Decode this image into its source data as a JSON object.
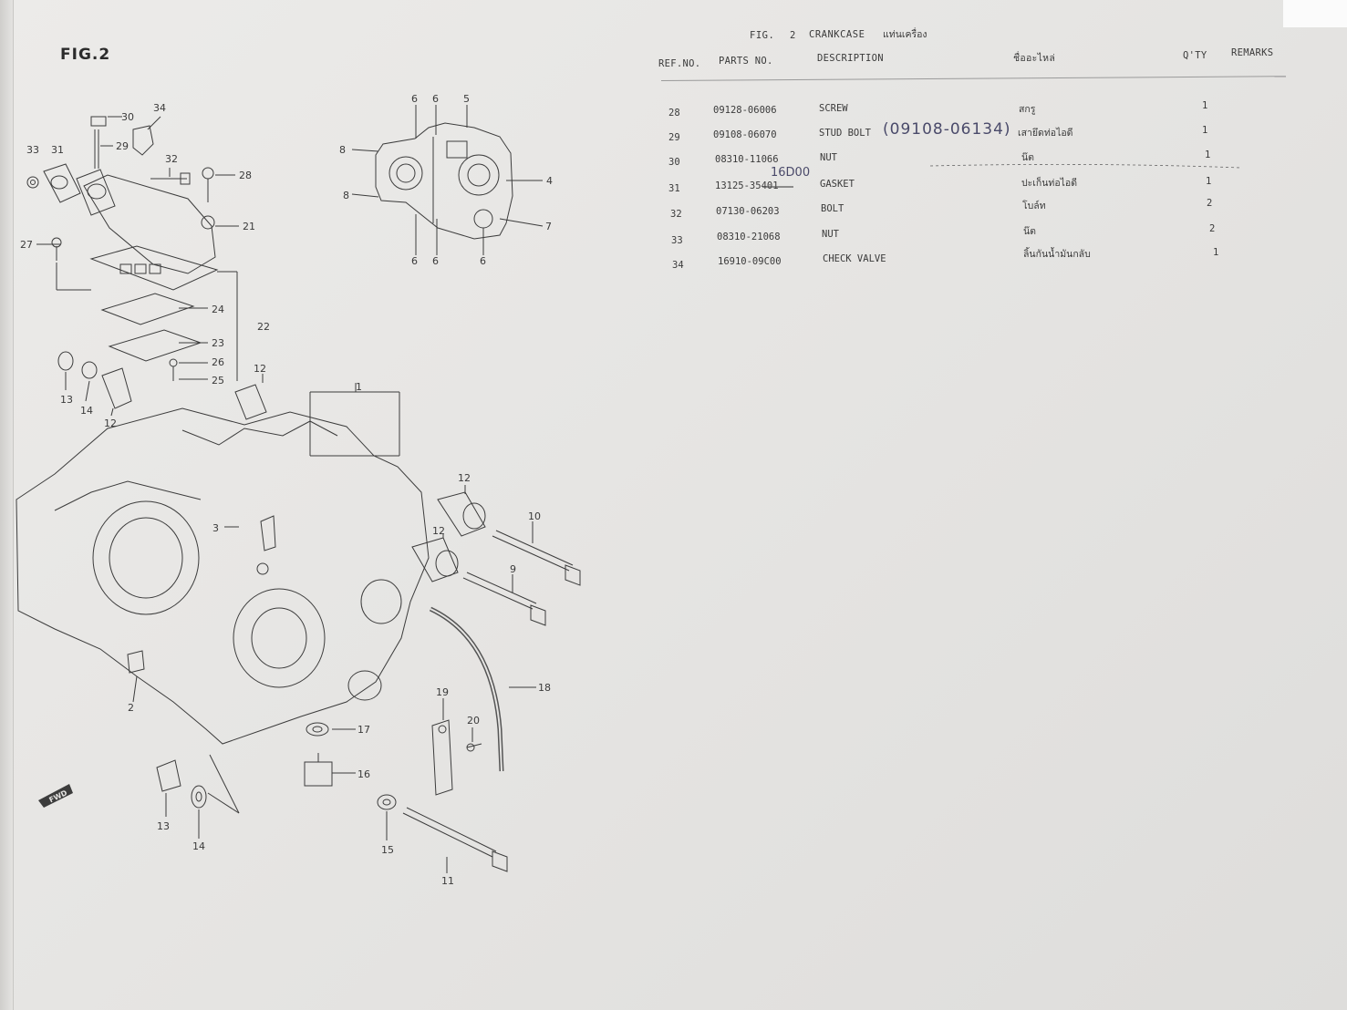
{
  "figure": {
    "label": "FIG.2"
  },
  "caption": {
    "fig": "FIG.",
    "num": "2",
    "name": "CRANKCASE",
    "thai": "แท่นเครื่อง"
  },
  "headers": {
    "ref": "REF.NO.",
    "parts": "PARTS NO.",
    "desc": "DESCRIPTION",
    "thai": "ชื่ออะไหล่",
    "qty": "Q'TY",
    "remarks": "REMARKS"
  },
  "parts": [
    {
      "ref": "28",
      "part_no": "09128-06006",
      "desc": "SCREW",
      "thai": "สกรู",
      "qty": "1"
    },
    {
      "ref": "29",
      "part_no": "09108-06070",
      "desc": "STUD BOLT",
      "thai": "เสายึดท่อไอดี",
      "qty": "1"
    },
    {
      "ref": "30",
      "part_no": "08310-11066",
      "desc": "NUT",
      "thai": "น๊ต",
      "qty": "1"
    },
    {
      "ref": "31",
      "part_no": "13125-35401",
      "desc": "GASKET",
      "thai": "ปะเก็นท่อไอดี",
      "qty": "1"
    },
    {
      "ref": "32",
      "part_no": "07130-06203",
      "desc": "BOLT",
      "thai": "โบล์ท",
      "qty": "2"
    },
    {
      "ref": "33",
      "part_no": "08310-21068",
      "desc": "NUT",
      "thai": "น๊ต",
      "qty": "2"
    },
    {
      "ref": "34",
      "part_no": "16910-09C00",
      "desc": "CHECK VALVE",
      "thai": "ลิ้นกันน้ำมันกลับ",
      "qty": "1"
    }
  ],
  "handwritten": {
    "stud_bolt_new_no": "(09108-06134)",
    "gasket_new_no": "16D00"
  },
  "diagram_labels": {
    "n1": "1",
    "n2": "2",
    "n3": "3",
    "n4": "4",
    "n5": "5",
    "n6": "6",
    "n7": "7",
    "n8": "8",
    "n9": "9",
    "n10": "10",
    "n11": "11",
    "n12": "12",
    "n13": "13",
    "n14": "14",
    "n15": "15",
    "n16": "16",
    "n17": "17",
    "n18": "18",
    "n19": "19",
    "n20": "20",
    "n21": "21",
    "n22": "22",
    "n23": "23",
    "n24": "24",
    "n25": "25",
    "n26": "26",
    "n27": "27",
    "n28": "28",
    "n29": "29",
    "n30": "30",
    "n31": "31",
    "n32": "32",
    "n33": "33",
    "n34": "34",
    "fwd": "FWD"
  }
}
